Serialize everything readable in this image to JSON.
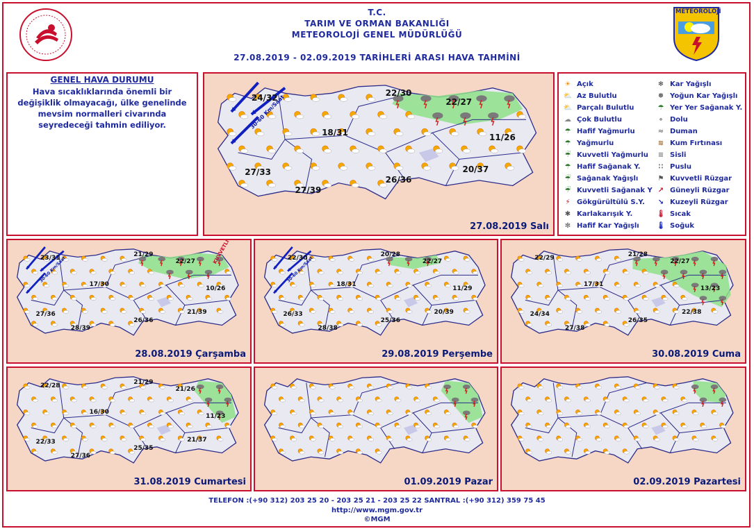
{
  "header": {
    "line1": "T.C.",
    "line2": "TARIM VE ORMAN BAKANLIĞI",
    "line3": "METEOROLOJİ  GENEL  MÜDÜRLÜĞÜ",
    "line4": "27.08.2019  -  02.09.2019    TARİHLERİ  ARASI  HAVA  TAHMİNİ"
  },
  "logo_right_text": "METEOROLOJİ",
  "summary": {
    "title": "GENEL HAVA DURUMU",
    "text": "Hava sıcaklıklarında önemli bir değişiklik olmayacağı, ülke genelinde mevsim normalleri civarında seyredeceği tahmin ediliyor."
  },
  "legend": {
    "col1": [
      {
        "label": "Açık",
        "icon": "sun-icon"
      },
      {
        "label": "Az Bulutlu",
        "icon": "sun-small-cloud-icon"
      },
      {
        "label": "Parçalı Bulutlu",
        "icon": "sun-cloud-icon"
      },
      {
        "label": "Çok Bulutlu",
        "icon": "cloud-icon"
      },
      {
        "label": "Hafif Yağmurlu",
        "icon": "light-rain-icon"
      },
      {
        "label": "Yağmurlu",
        "icon": "rain-icon"
      },
      {
        "label": "Kuvvetli Yağmurlu",
        "icon": "heavy-rain-icon"
      },
      {
        "label": "Hafif Sağanak Y.",
        "icon": "light-shower-icon"
      },
      {
        "label": "Sağanak Yağışlı",
        "icon": "shower-icon"
      },
      {
        "label": "Kuvvetli Sağanak Y",
        "icon": "heavy-shower-icon"
      },
      {
        "label": "Gökgürültülü S.Y.",
        "icon": "thunderstorm-icon"
      },
      {
        "label": "Karlakarışık Y.",
        "icon": "sleet-icon"
      },
      {
        "label": "Hafif Kar Yağışlı",
        "icon": "light-snow-icon"
      }
    ],
    "col2": [
      {
        "label": "Kar Yağışlı",
        "icon": "snow-icon"
      },
      {
        "label": "Yoğun Kar Yağışlı",
        "icon": "heavy-snow-icon"
      },
      {
        "label": "Yer Yer Sağanak Y.",
        "icon": "scattered-shower-icon"
      },
      {
        "label": "Dolu",
        "icon": "hail-icon"
      },
      {
        "label": "Duman",
        "icon": "smoke-icon"
      },
      {
        "label": "Kum Fırtınası",
        "icon": "sandstorm-icon"
      },
      {
        "label": "Sisli",
        "icon": "fog-icon"
      },
      {
        "label": "Puslu",
        "icon": "haze-icon"
      },
      {
        "label": "Kuvvetli Rüzgar",
        "icon": "strong-wind-icon"
      },
      {
        "label": "Güneyli Rüzgar",
        "icon": "south-wind-icon"
      },
      {
        "label": "Kuzeyli Rüzgar",
        "icon": "north-wind-icon"
      },
      {
        "label": "Sıcak",
        "icon": "hot-icon"
      },
      {
        "label": "Soğuk",
        "icon": "cold-icon"
      }
    ]
  },
  "colors": {
    "accent_red": "#c8102e",
    "text_blue": "#1f2a9e",
    "sea": "#f6d7c5",
    "land": "#e9e9f2",
    "storm_zone": "#8ee08a",
    "wind_arrow": "#1020c0"
  },
  "days": [
    {
      "date": "27.08.2019 Salı",
      "temps": [
        "24/32",
        "22/30",
        "22/27",
        "18/31",
        "11/26",
        "27/33",
        "27/39",
        "26/36",
        "20/37"
      ],
      "wind_label": "30-60 Km/Saat",
      "storm_zone": "large"
    },
    {
      "date": "28.08.2019 Çarşamba",
      "temps": [
        "23/31",
        "21/29",
        "22/27",
        "17/30",
        "10/26",
        "27/36",
        "28/39",
        "26/36",
        "21/39"
      ],
      "wind_label": "30-60 Km/Saat",
      "extra_label": "KUVVETLİ",
      "storm_zone": "large"
    },
    {
      "date": "29.08.2019 Perşembe",
      "temps": [
        "22/30",
        "20/28",
        "22/27",
        "18/31",
        "11/29",
        "26/33",
        "28/38",
        "25/36",
        "20/39"
      ],
      "wind_label": "30-60 Km/Saat",
      "storm_zone": "small"
    },
    {
      "date": "30.08.2019 Cuma",
      "temps": [
        "22/29",
        "21/28",
        "22/27",
        "17/31",
        "13/23",
        "24/34",
        "27/38",
        "26/35",
        "22/38"
      ],
      "storm_zone": "wide"
    },
    {
      "date": "31.08.2019 Cumartesi",
      "temps": [
        "22/28",
        "21/29",
        "21/26",
        "16/30",
        "11/23",
        "22/33",
        "27/36",
        "25/35",
        "21/37"
      ],
      "storm_zone": "east"
    },
    {
      "date": "01.09.2019 Pazar",
      "temps": [],
      "storm_zone": "east"
    },
    {
      "date": "02.09.2019 Pazartesi",
      "temps": [],
      "storm_zone": "east-small"
    }
  ],
  "footer": {
    "phone": "TELEFON :(+90 312) 203 25 20 - 203 25 21 - 203 25 22    SANTRAL :(+90 312) 359 75 45",
    "url": "http://www.mgm.gov.tr",
    "copyright": "©MGM"
  }
}
